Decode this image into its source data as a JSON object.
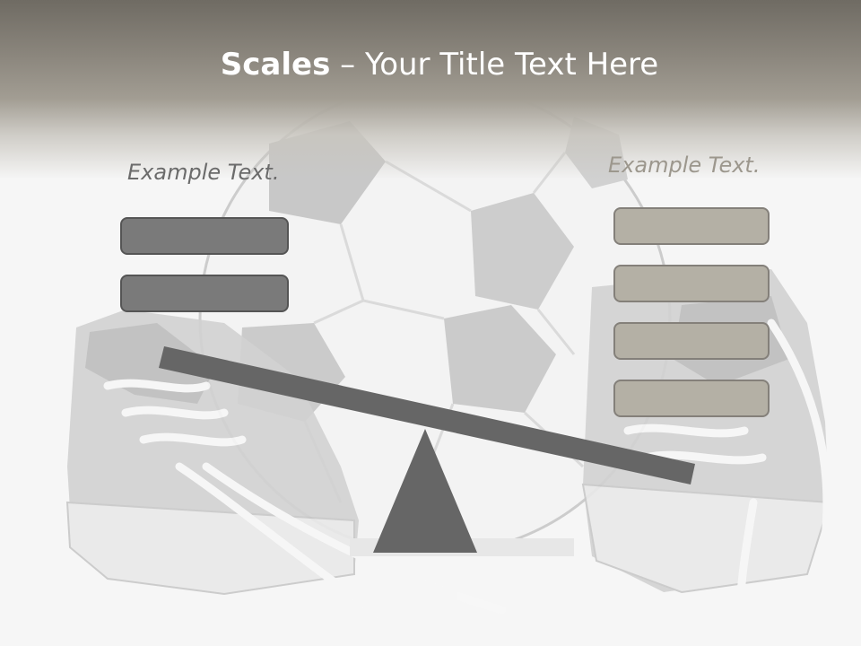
{
  "slide": {
    "title_bold": "Scales",
    "title_rest": " – Your Title Text Here",
    "left_label": "Example Text.",
    "right_label": "Example Text."
  },
  "scale": {
    "left_boxes": 2,
    "right_boxes": 4
  },
  "colors": {
    "header": "#8a857c",
    "left_box": "#7a7a7a",
    "right_box": "#b4b0a5",
    "beam": "#666666",
    "fulcrum": "#666666"
  },
  "background_image": {
    "subjects": [
      "soccer-ball",
      "sneaker-left",
      "sneaker-right"
    ]
  }
}
